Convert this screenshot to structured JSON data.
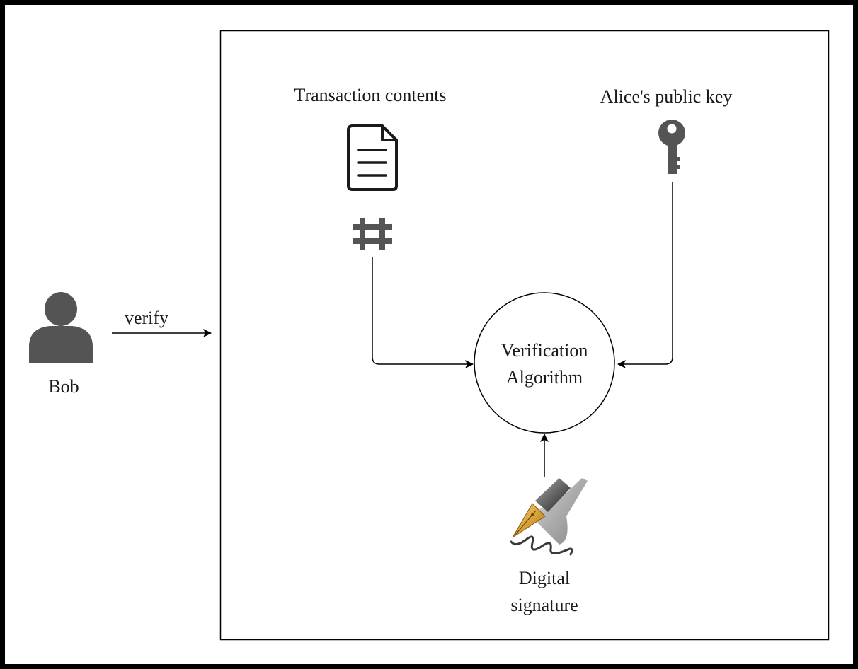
{
  "diagram": {
    "actor": {
      "name": "Bob",
      "icon": "user-icon"
    },
    "edge_verify": {
      "label": "verify"
    },
    "transaction": {
      "label": "Transaction contents",
      "icon": "document-icon",
      "hash_icon": "hash-icon"
    },
    "public_key": {
      "label": "Alice's public key",
      "icon": "key-icon"
    },
    "algorithm": {
      "line1": "Verification",
      "line2": "Algorithm"
    },
    "signature": {
      "line1": "Digital",
      "line2": "signature",
      "icon": "fountain-pen-icon"
    },
    "colors": {
      "icon_gray": "#545454",
      "line": "#000000",
      "background": "#ffffff",
      "frame": "#000000"
    }
  }
}
